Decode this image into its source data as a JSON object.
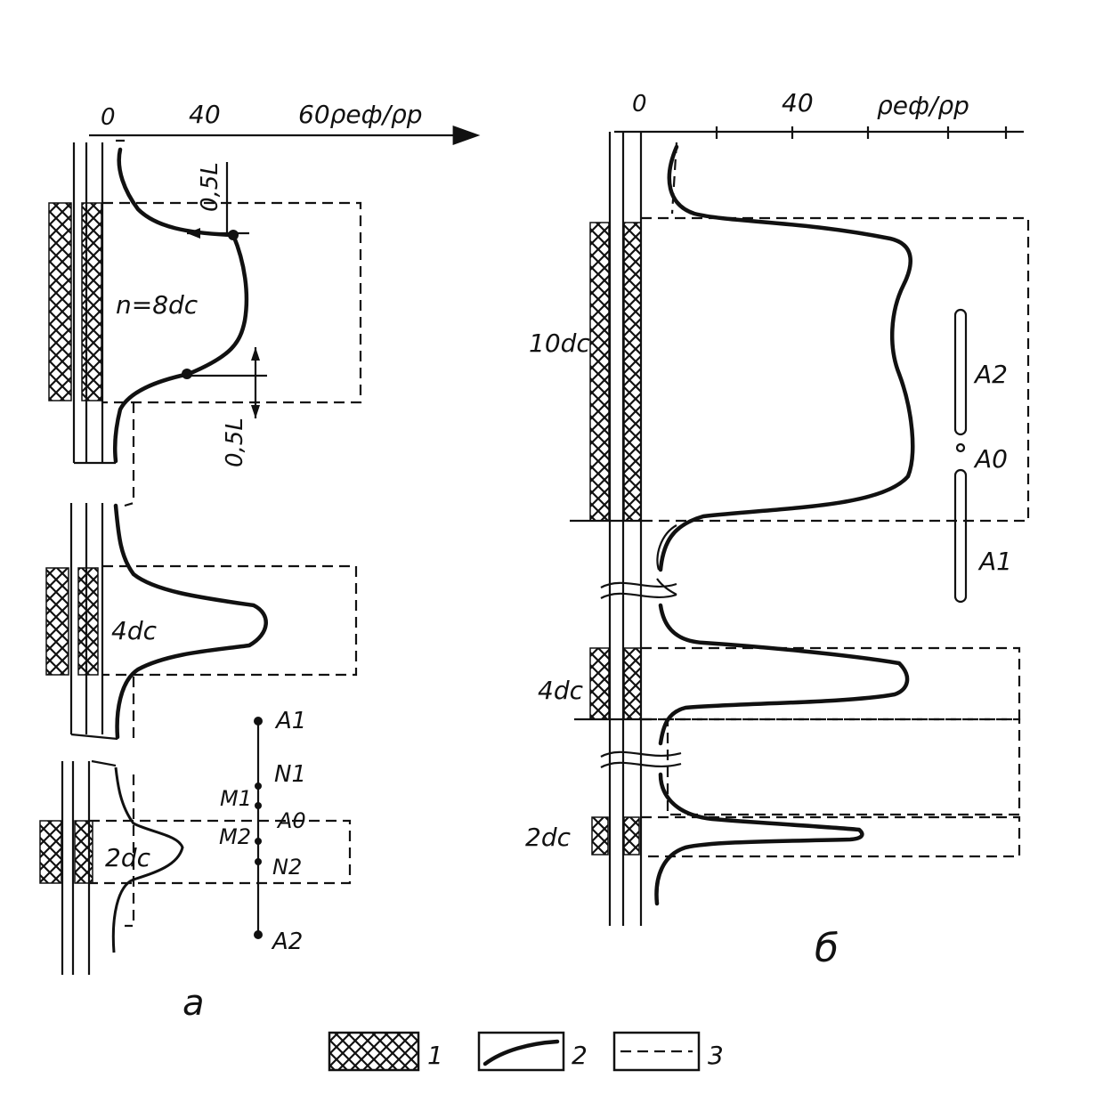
{
  "panel_a": {
    "axis": {
      "zero": "0",
      "t40": "40",
      "t60": "60ρеф/ρр"
    },
    "labels": {
      "n8": "n=8dc",
      "h05_top": "0,5L",
      "h05_bot": "0,5L",
      "l4": "4dc",
      "l2": "2dc"
    },
    "probe": {
      "A1": "A1",
      "N1": "N1",
      "M1": "M1",
      "A0": "A0",
      "M2": "M2",
      "N2": "N2",
      "A2": "A2"
    },
    "caption": "а"
  },
  "panel_b": {
    "axis": {
      "zero": "0",
      "t40": "40",
      "tunit": "ρеф/ρр"
    },
    "labels": {
      "l10": "10dc",
      "l4": "4dc",
      "l2": "2dc"
    },
    "probe": {
      "A2": "A2",
      "A0": "A0",
      "A1": "A1"
    },
    "caption": "б"
  },
  "legend": {
    "k1": "1",
    "k2": "2",
    "k3": "3"
  },
  "colors": {
    "ink": "#111111",
    "paper": "#ffffff"
  }
}
